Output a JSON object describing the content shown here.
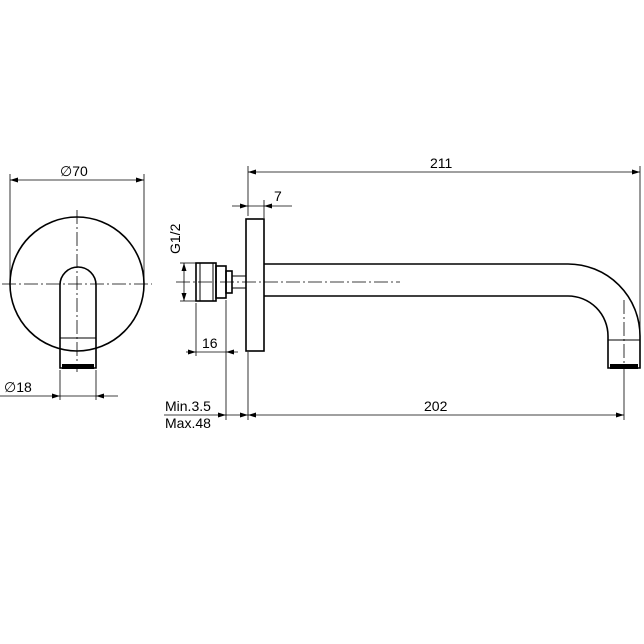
{
  "dimensions": {
    "flange_diameter": "∅70",
    "spout_diameter": "∅18",
    "overall_length": "211",
    "flange_thickness": "7",
    "thread": "G1/2",
    "thread_length": "16",
    "wall_min": "Min.3.5",
    "wall_max": "Max.48",
    "spout_length": "202"
  }
}
